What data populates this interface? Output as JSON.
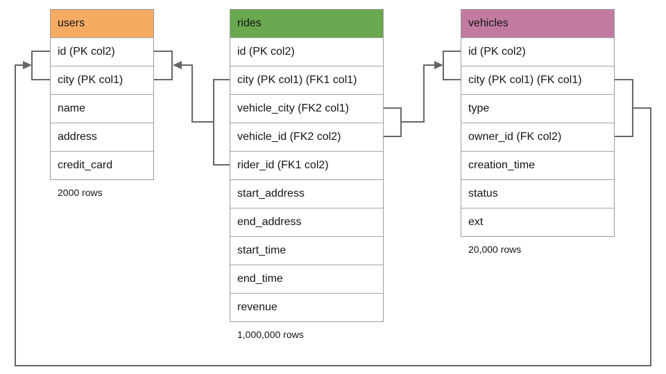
{
  "diagram": {
    "tables": [
      {
        "title": "users",
        "header_color": "#f6ab63",
        "rows": [
          "id (PK col2)",
          "city (PK col1)",
          "name",
          "address",
          "credit_card"
        ],
        "caption": "2000 rows"
      },
      {
        "title": "rides",
        "header_color": "#6aa84f",
        "rows": [
          "id (PK col2)",
          "city (PK col1) (FK1 col1)",
          "vehicle_city (FK2 col1)",
          "vehicle_id (FK2 col2)",
          "rider_id (FK1 col2)",
          "start_address",
          "end_address",
          "start_time",
          "end_time",
          "revenue"
        ],
        "caption": "1,000,000 rows"
      },
      {
        "title": "vehicles",
        "header_color": "#c27ba0",
        "rows": [
          "id (PK col2)",
          "city (PK col1) (FK col1)",
          "type",
          "owner_id (FK col2)",
          "creation_time",
          "status",
          "ext"
        ],
        "caption": "20,000 rows"
      }
    ],
    "relationships": [
      {
        "name": "rides-fk1-to-users",
        "from_table": "rides",
        "from_columns": [
          "city (PK col1) (FK1 col1)",
          "rider_id (FK1 col2)"
        ],
        "to_table": "users",
        "to_columns": [
          "id (PK col2)",
          "city (PK col1)"
        ],
        "arrow_points_to": "users"
      },
      {
        "name": "rides-fk2-to-vehicles",
        "from_table": "rides",
        "from_columns": [
          "vehicle_city (FK2 col1)",
          "vehicle_id (FK2 col2)"
        ],
        "to_table": "vehicles",
        "to_columns": [
          "id (PK col2)",
          "city (PK col1) (FK col1)"
        ],
        "arrow_points_to": "vehicles"
      },
      {
        "name": "vehicles-fk-to-users",
        "from_table": "vehicles",
        "from_columns": [
          "city (PK col1) (FK col1)",
          "owner_id (FK col2)"
        ],
        "to_table": "users",
        "to_columns": [
          "id (PK col2)",
          "city (PK col1)"
        ],
        "arrow_points_to": "users"
      }
    ],
    "colors": {
      "users_header": "#f6ab63",
      "rides_header": "#6aa84f",
      "vehicles_header": "#c27ba0",
      "table_border": "#9b9b9b",
      "row_divider": "#a5a5a5",
      "connector": "#666666",
      "text": "#141414",
      "background": "#ffffff"
    }
  }
}
